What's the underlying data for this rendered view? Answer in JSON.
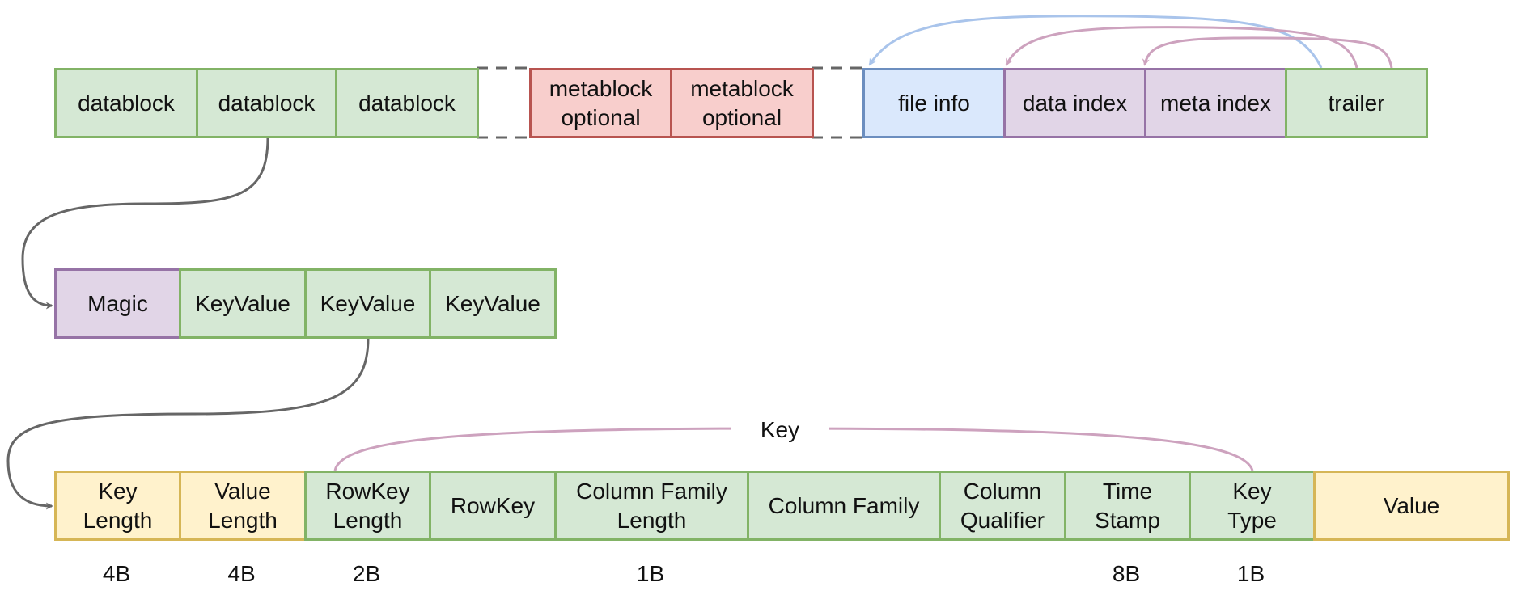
{
  "colors": {
    "green": {
      "fill": "#d5e8d4",
      "stroke": "#82b366"
    },
    "red": {
      "fill": "#f8cecc",
      "stroke": "#b85450"
    },
    "blue": {
      "fill": "#dae8fc",
      "stroke": "#6c8ebf"
    },
    "purple": {
      "fill": "#e1d5e7",
      "stroke": "#9673a6"
    },
    "yellow": {
      "fill": "#fff2cc",
      "stroke": "#d6b656"
    },
    "gray_connector": "#666666",
    "blue_arrow": "#a9c4eb",
    "purple_arrow": "#cda2be"
  },
  "hfile_row": {
    "cells": [
      {
        "label": "datablock",
        "color": "green"
      },
      {
        "label": "datablock",
        "color": "green"
      },
      {
        "label": "datablock",
        "color": "green"
      },
      {
        "label": "metablock\noptional",
        "color": "red"
      },
      {
        "label": "metablock\noptional",
        "color": "red"
      },
      {
        "label": "file info",
        "color": "blue"
      },
      {
        "label": "data index",
        "color": "purple"
      },
      {
        "label": "meta index",
        "color": "purple"
      },
      {
        "label": "trailer",
        "color": "green"
      }
    ]
  },
  "datablock_row": {
    "cells": [
      {
        "label": "Magic",
        "color": "purple"
      },
      {
        "label": "KeyValue",
        "color": "green"
      },
      {
        "label": "KeyValue",
        "color": "green"
      },
      {
        "label": "KeyValue",
        "color": "green"
      }
    ]
  },
  "keyvalue_row": {
    "key_group_label": "Key",
    "cells": [
      {
        "label": "Key\nLength",
        "color": "yellow",
        "size": "4B"
      },
      {
        "label": "Value\nLength",
        "color": "yellow",
        "size": "4B"
      },
      {
        "label": "RowKey\nLength",
        "color": "green",
        "size": "2B"
      },
      {
        "label": "RowKey",
        "color": "green",
        "size": ""
      },
      {
        "label": "Column Family\nLength",
        "color": "green",
        "size": "1B"
      },
      {
        "label": "Column Family",
        "color": "green",
        "size": ""
      },
      {
        "label": "Column\nQualifier",
        "color": "green",
        "size": ""
      },
      {
        "label": "Time\nStamp",
        "color": "green",
        "size": "8B"
      },
      {
        "label": "Key\nType",
        "color": "green",
        "size": "1B"
      },
      {
        "label": "Value",
        "color": "yellow",
        "size": ""
      }
    ]
  }
}
